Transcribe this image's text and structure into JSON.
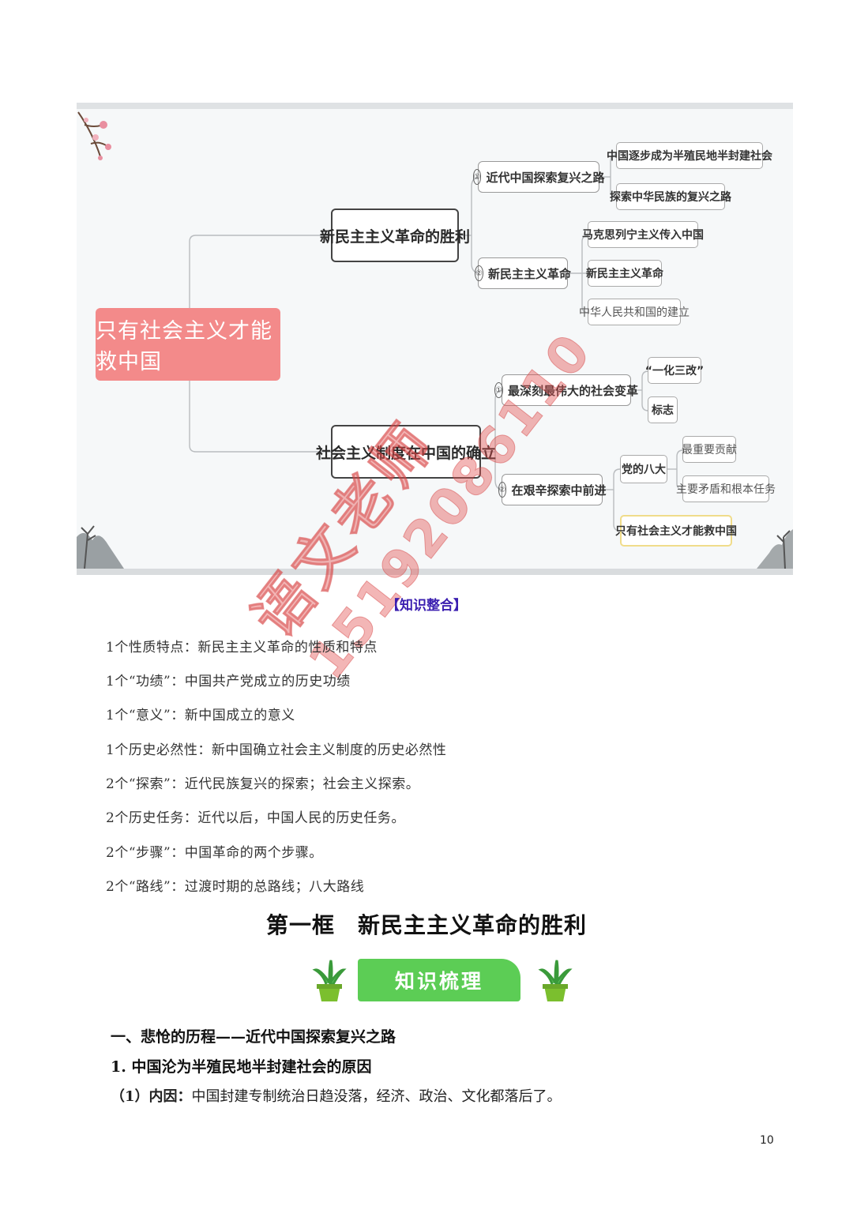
{
  "mindmap": {
    "root": "只有社会主义才能救中国",
    "branch1": {
      "label": "新民主主义革命的胜利",
      "sub1": {
        "badge": "①",
        "label": "近代中国探索复兴之路",
        "items": [
          "中国逐步成为半殖民地半封建社会",
          "探索中华民族的复兴之路"
        ]
      },
      "sub2": {
        "badge": "②",
        "label": "新民主主义革命",
        "items": [
          "马克思列宁主义传入中国",
          "新民主主义革命",
          "中华人民共和国的建立"
        ]
      }
    },
    "branch2": {
      "label": "社会主义制度在中国的确立",
      "sub1": {
        "badge": "①",
        "label": "最深刻最伟大的社会变革",
        "items": [
          "“一化三改”",
          "标志"
        ]
      },
      "sub2": {
        "badge": "②",
        "label": "在艰辛探索中前进",
        "child": {
          "label": "党的八大",
          "items": [
            "最重要贡献",
            "主要矛盾和根本任务"
          ]
        },
        "highlight": "只有社会主义才能救中国"
      }
    }
  },
  "watermark": {
    "name": "语文老师",
    "phone": "15192086110"
  },
  "integration": {
    "heading": "【知识整合】",
    "lines": [
      "1个性质特点：新民主主义革命的性质和特点",
      "1个“功绩”：中国共产党成立的历史功绩",
      "1个“意义”：新中国成立的意义",
      "1个历史必然性：新中国确立社会主义制度的历史必然性",
      "2个“探索”：近代民族复兴的探索；社会主义探索。",
      "2个历史任务：近代以后，中国人民的历史任务。",
      "2个“步骤”：中国革命的两个步骤。",
      "2个“路线”：过渡时期的总路线；八大路线"
    ]
  },
  "section": {
    "title": "第一框　新民主主义革命的胜利",
    "banner": "知识梳理"
  },
  "outline": {
    "level1": "一、悲怆的历程——近代中国探索复兴之路",
    "level2": "1. 中国沦为半殖民地半封建社会的原因",
    "level3_label": "（1）内因：",
    "level3_text": "中国封建专制统治日趋没落，经济、政治、文化都落后了。"
  },
  "page_number": "10",
  "colors": {
    "root_fill": "#f38a8a",
    "heading_blue": "#3b1fb0",
    "banner_green": "#5ccd55",
    "watermark_red": "#e25050"
  }
}
